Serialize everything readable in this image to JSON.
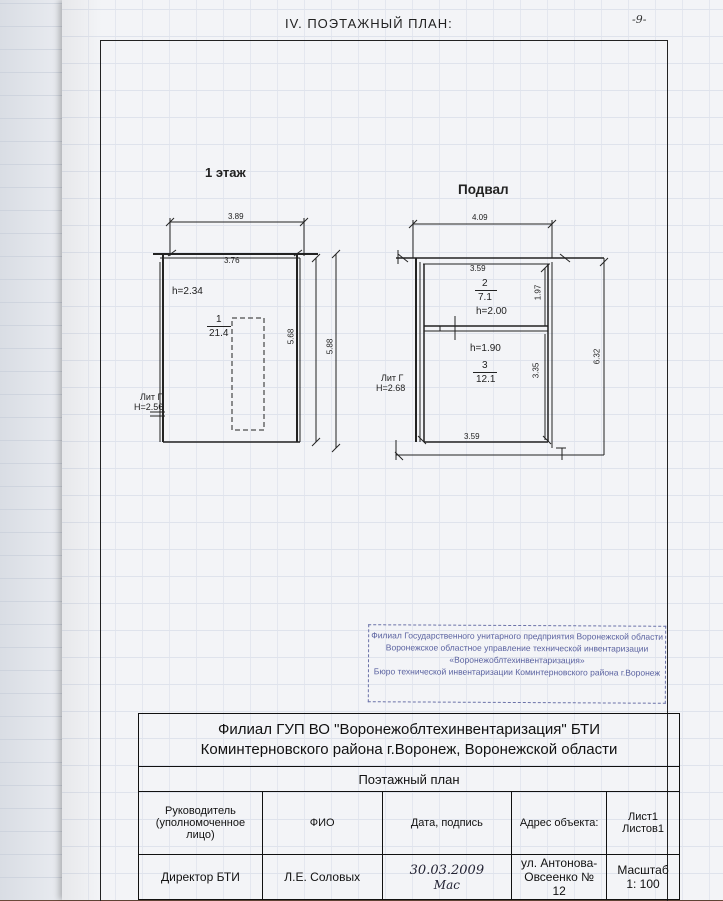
{
  "header": {
    "section_title": "IV. ПОЭТАЖНЫЙ ПЛАН:",
    "page_number": "-9-"
  },
  "floor1": {
    "label": "1 этаж",
    "dims": {
      "top_outer": "3.89",
      "top_inner": "3.76",
      "right_inner": "5.68",
      "right_outer": "5.88"
    },
    "height_label": "h=2.34",
    "room": {
      "number": "1",
      "area": "21.4"
    },
    "lit_label": "Лит Г",
    "lit_height": "H=2.56"
  },
  "basement": {
    "label": "Подвал",
    "dims": {
      "top_outer": "4.09",
      "top_inner": "3.59",
      "bottom_inner": "3.59",
      "room2_side": "1.97",
      "room3_side": "3.35",
      "right_outer": "6.32"
    },
    "room2": {
      "number": "2",
      "area": "7.1",
      "height": "h=2.00"
    },
    "room3": {
      "number": "3",
      "area": "12.1",
      "height": "h=1.90"
    },
    "lit_label": "Лит Г",
    "lit_height": "H=2.68"
  },
  "stamp": {
    "lines": [
      "Филиал Государственного унитарного предприятия Воронежской области",
      "Воронежское областное управление технической инвентаризации",
      "«Воронежоблтехинвентаризация»",
      "Бюро технической инвентаризации Коминтерновского района г.Воронеж"
    ]
  },
  "title_block": {
    "org_line1": "Филиал ГУП ВО \"Воронежоблтехинвентаризация\" БТИ",
    "org_line2": "Коминтерновского района    г.Воронеж, Воронежской области",
    "doc_title": "Поэтажный план",
    "col_head": "Руководитель (уполномоченное лицо)",
    "col_fio": "ФИО",
    "col_date": "Дата, подпись",
    "col_address": "Адрес объекта:",
    "sheet": "Лист1",
    "sheets": "Листов1",
    "role": "Директор БТИ",
    "name": "Л.Е. Соловых",
    "date": "30.03.2009",
    "signature": "Мас",
    "address": "ул. Антонова-Овсеенко № 12",
    "scale_label": "Масштаб",
    "scale_value": "1: 100"
  }
}
